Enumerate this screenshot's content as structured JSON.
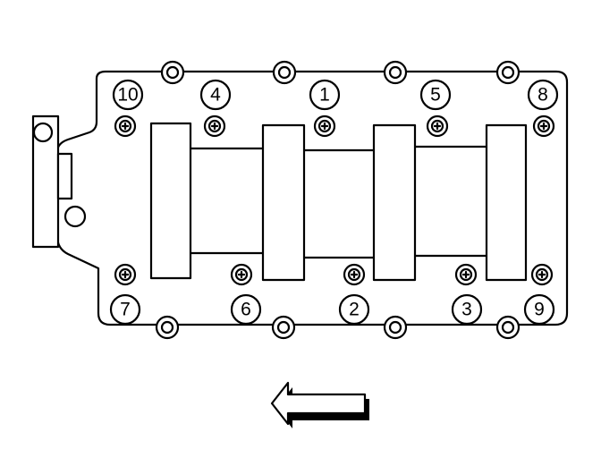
{
  "bolts": [
    {
      "id": "bolt-10",
      "label": "10"
    },
    {
      "id": "bolt-4",
      "label": "4"
    },
    {
      "id": "bolt-1",
      "label": "1"
    },
    {
      "id": "bolt-5",
      "label": "5"
    },
    {
      "id": "bolt-8",
      "label": "8"
    },
    {
      "id": "bolt-7",
      "label": "7"
    },
    {
      "id": "bolt-6",
      "label": "6"
    },
    {
      "id": "bolt-2",
      "label": "2"
    },
    {
      "id": "bolt-3",
      "label": "3"
    },
    {
      "id": "bolt-9",
      "label": "9"
    }
  ],
  "colors": {
    "line": "#000000",
    "background": "#ffffff"
  },
  "icons": {
    "direction_arrow": "arrow-left-icon"
  }
}
